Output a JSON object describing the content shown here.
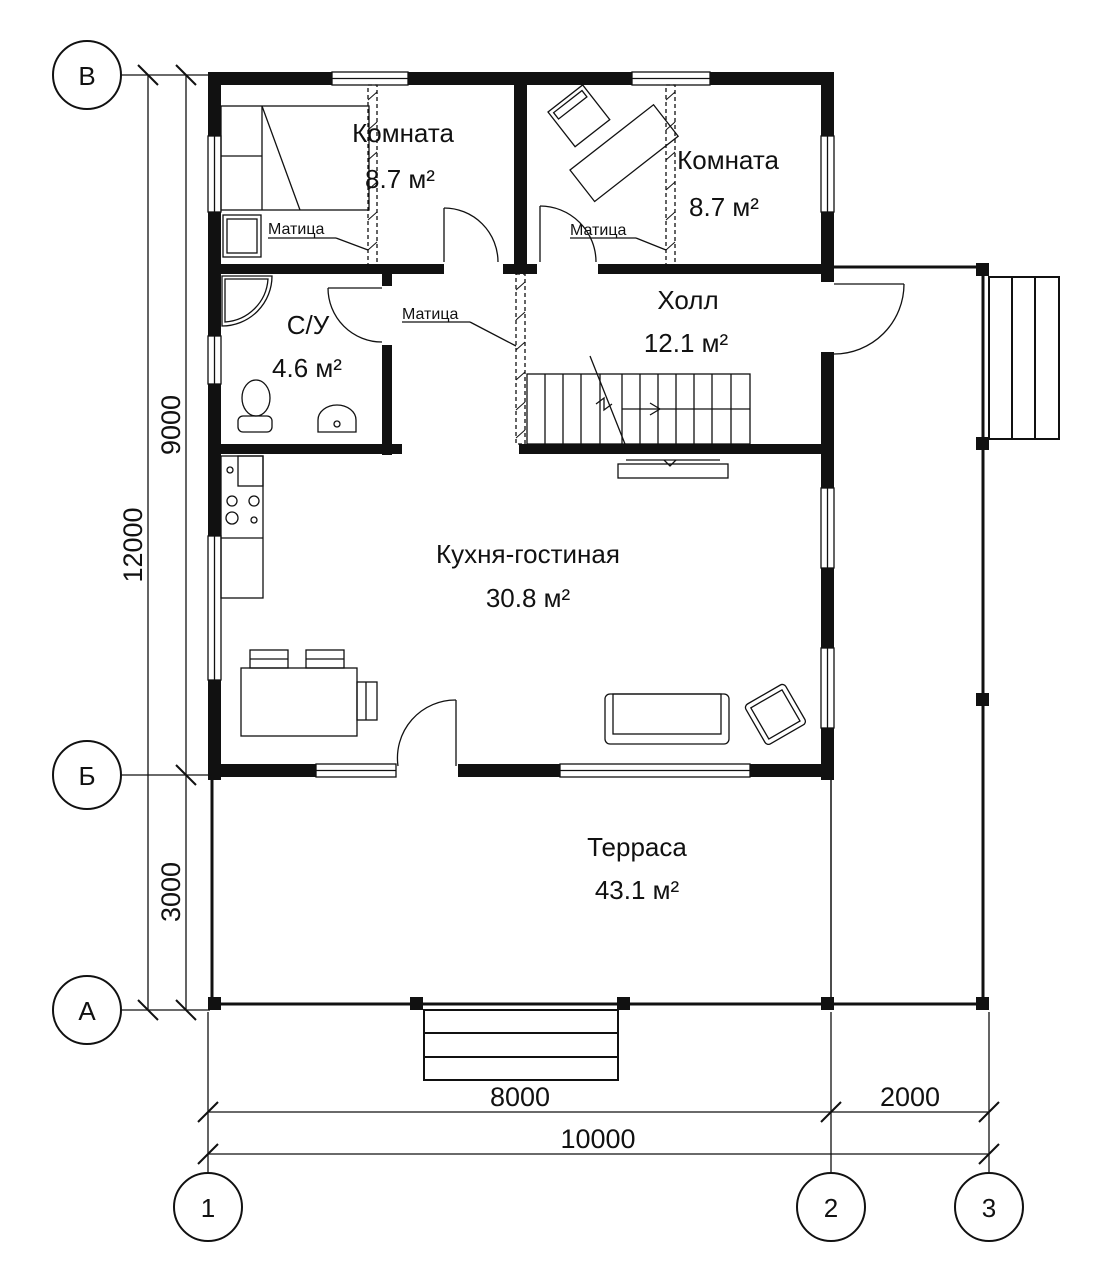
{
  "rooms": {
    "room1": {
      "name": "Комната",
      "area": "8.7 м²"
    },
    "room2": {
      "name": "Комната",
      "area": "8.7 м²"
    },
    "bath": {
      "name": "С/У",
      "area": "4.6 м²"
    },
    "hall": {
      "name": "Холл",
      "area": "12.1 м²"
    },
    "kitchen": {
      "name": "Кухня-гостиная",
      "area": "30.8 м²"
    },
    "terrace": {
      "name": "Терраса",
      "area": "43.1 м²"
    }
  },
  "beam_label": "Матица",
  "axes": {
    "horizontal": [
      "1",
      "2",
      "3"
    ],
    "vertical": [
      "В",
      "Б",
      "А"
    ]
  },
  "dimensions": {
    "bottom_left": "8000",
    "bottom_right": "2000",
    "bottom_total": "10000",
    "left_upper": "9000",
    "left_lower": "3000",
    "left_total": "12000"
  }
}
